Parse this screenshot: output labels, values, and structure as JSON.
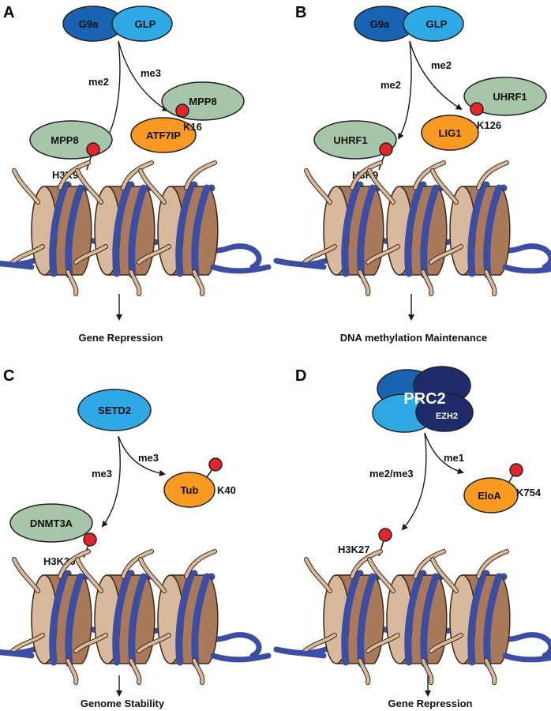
{
  "colors": {
    "dark_blue": "#1a63b2",
    "light_blue": "#2ea9e6",
    "sage": "#a7c5a9",
    "orange": "#f89a22",
    "red_mark": "#e3242b",
    "dna": "#3c4ea3",
    "histone_light": "#d9b99b",
    "histone_dark": "#a9795a",
    "navy": "#1f2a6b"
  },
  "panels": [
    {
      "letter": "A",
      "enzyme_left": "G9a",
      "enzyme_right": "GLP",
      "arrow_left_label": "me2",
      "arrow_right_label": "me3",
      "reader_left": "MPP8",
      "reader_right": "MPP8",
      "nonhistone": "ATF7IP",
      "nonhistone_site": "K16",
      "histone_site": "H3K9",
      "outcome": "Gene Repression"
    },
    {
      "letter": "B",
      "enzyme_left": "G9a",
      "enzyme_right": "GLP",
      "arrow_left_label": "me2",
      "arrow_right_label": "me2",
      "reader_left": "UHRF1",
      "reader_right": "UHRF1",
      "nonhistone": "LIG1",
      "nonhistone_site": "K126",
      "histone_site": "H3K9",
      "outcome": "DNA methylation Maintenance"
    },
    {
      "letter": "C",
      "enzyme": "SETD2",
      "arrow_left_label": "me3",
      "arrow_right_label": "me3",
      "reader_left": "DNMT3A",
      "nonhistone": "Tub",
      "nonhistone_site": "K40",
      "histone_site": "H3K36",
      "outcome": "Genome Stability"
    },
    {
      "letter": "D",
      "complex": "PRC2",
      "subunit": "EZH2",
      "arrow_left_label": "me2/me3",
      "arrow_right_label": "me1",
      "nonhistone": "EloA",
      "nonhistone_site": "K754",
      "histone_site": "H3K27",
      "outcome": "Gene Repression"
    }
  ]
}
